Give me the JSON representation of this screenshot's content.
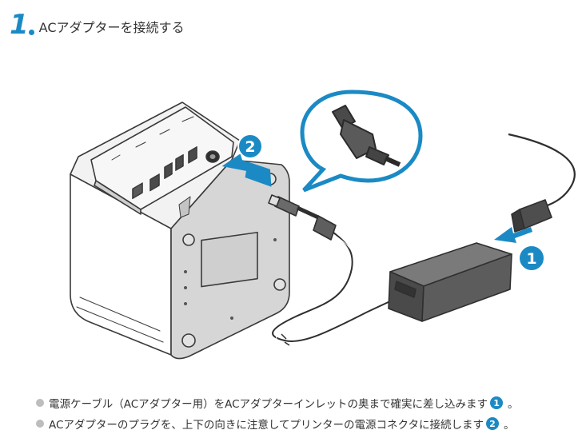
{
  "step": {
    "number": "1",
    "title": "ACアダプターを接続する"
  },
  "illustration": {
    "badge_1": "1",
    "badge_2": "2"
  },
  "notes": [
    {
      "text": "電源ケーブル（ACアダプター用）をACアダプターインレットの奥まで確実に差し込みます",
      "badge": "1",
      "end": "。"
    },
    {
      "text": "ACアダプターのプラグを、上下の向きに注意してプリンターの電源コネクタに接続します",
      "badge": "2",
      "end": "。"
    }
  ],
  "colors": {
    "accent": "#1b8ac4",
    "bullet": "#bdbdbd",
    "text": "#333333"
  }
}
